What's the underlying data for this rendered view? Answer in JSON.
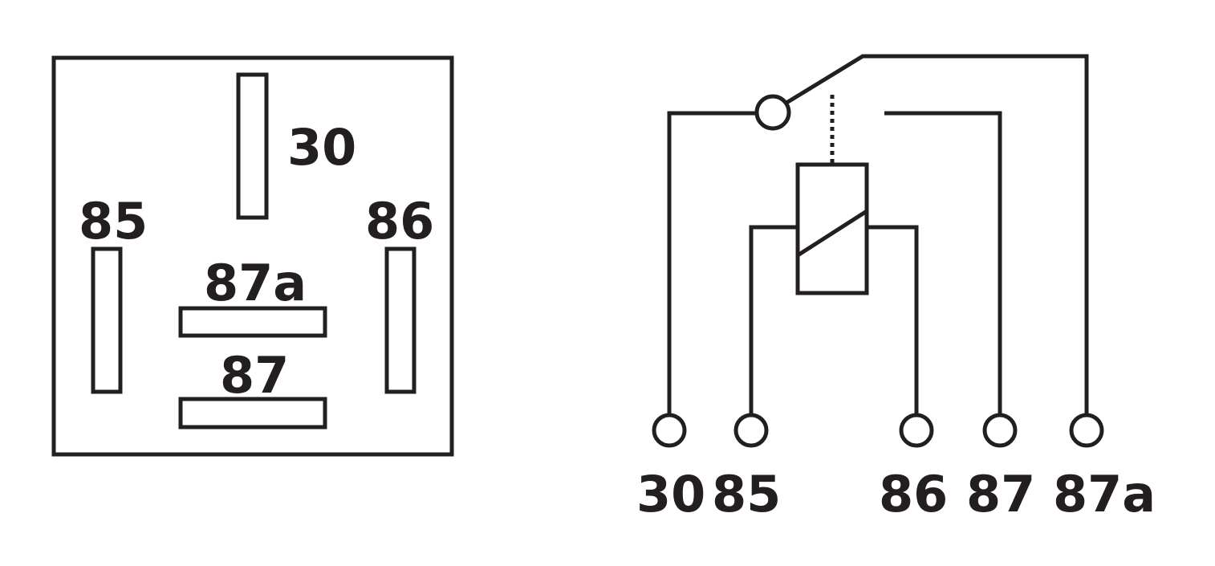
{
  "colors": {
    "ink": "#231f20",
    "background": "#ffffff"
  },
  "footprint": {
    "pin_30": "30",
    "pin_85": "85",
    "pin_86": "86",
    "pin_87a": "87a",
    "pin_87": "87"
  },
  "schematic": {
    "terminal_30": "30",
    "terminal_85": "85",
    "terminal_86": "86",
    "terminal_87": "87",
    "terminal_87a": "87a"
  }
}
